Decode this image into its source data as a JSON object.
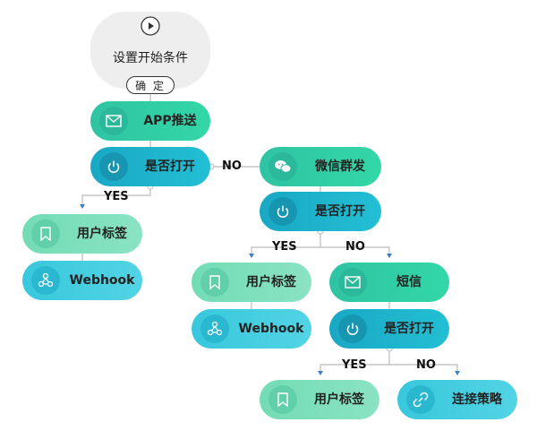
{
  "start": {
    "title": "设置开始条件",
    "confirm_label": "确 定"
  },
  "nodes": {
    "app_push": "APP推送",
    "is_open_1": "是否打开",
    "user_tag_1": "用户标签",
    "webhook_1": "Webhook",
    "wechat_group": "微信群发",
    "is_open_2": "是否打开",
    "user_tag_2": "用户标签",
    "webhook_2": "Webhook",
    "sms": "短信",
    "is_open_3": "是否打开",
    "user_tag_3": "用户标签",
    "link_strategy": "连接策略"
  },
  "labels": {
    "no_1": "NO",
    "yes_1": "YES",
    "yes_2": "YES",
    "no_2": "NO",
    "yes_3": "YES",
    "no_3": "NO"
  },
  "icons": {
    "start": "play-icon",
    "app_push": "mail-icon",
    "is_open": "power-icon",
    "user_tag": "bookmark-icon",
    "webhook": "webhook-icon",
    "wechat": "wechat-icon",
    "sms": "mail-icon",
    "link": "link-icon"
  },
  "colors": {
    "green": "#2fc4a4",
    "blue": "#19a8c4",
    "light": "#72dcb5",
    "cyan": "#38c7dd",
    "line": "#bbbbbb",
    "arrow": "#3d7fc4"
  }
}
